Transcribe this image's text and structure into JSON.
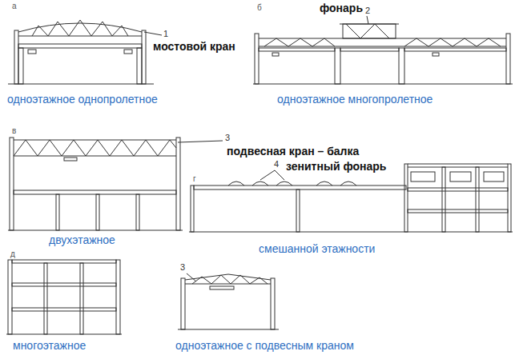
{
  "diagram": {
    "labels": [
      "а",
      "1",
      "мостовой кран",
      "одноэтажное однопролетное",
      "б",
      "фонарь",
      "2",
      "одноэтажное многопролетное",
      "в",
      "3",
      "подвесная кран – балка",
      "4",
      "зенитный фонарь",
      "г",
      "двухэтажное",
      "смешанной этажности",
      "д",
      "3",
      "многоэтажное",
      "одноэтажное с подвесным краном"
    ]
  }
}
